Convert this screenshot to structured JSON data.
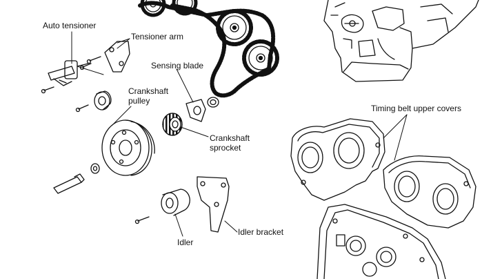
{
  "labels": {
    "auto_tensioner": "Auto tensioner",
    "tensioner_arm": "Tensioner arm",
    "sensing_blade": "Sensing blade",
    "crankshaft_pulley_l1": "Crankshaft",
    "crankshaft_pulley_l2": "pulley",
    "crankshaft_sprocket_l1": "Crankshaft",
    "crankshaft_sprocket_l2": "sprocket",
    "timing_belt_upper_covers": "Timing belt upper covers",
    "idler": "Idler",
    "idler_bracket": "Idler bracket"
  },
  "colors": {
    "ink": "#111111",
    "paper": "#ffffff",
    "shade": "#555555"
  }
}
